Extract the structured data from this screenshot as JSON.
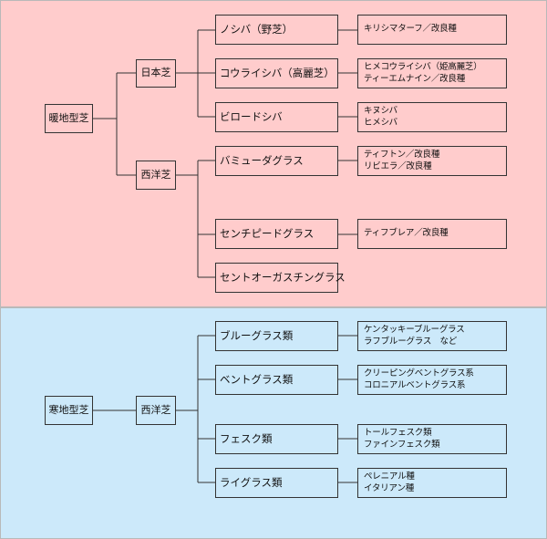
{
  "colors": {
    "warm_band": "#ffcccc",
    "cold_band": "#cce9fa",
    "line": "#333333",
    "border": "#b9b9b9"
  },
  "warm": {
    "root": "暖地型芝",
    "japanese": "日本芝",
    "western": "西洋芝",
    "noshiba": {
      "label": "ノシバ（野芝）",
      "info": [
        "キリシマターフ／改良種"
      ]
    },
    "kouraishiba": {
      "label": "コウライシバ（高麗芝）",
      "info": [
        "ヒメコウライシバ（姫高麗芝）",
        "ティーエムナイン／改良種"
      ]
    },
    "birodoshiba": {
      "label": "ビロードシバ",
      "info": [
        "キヌシバ",
        "ヒメシバ"
      ]
    },
    "bermuda": {
      "label": "バミューダグラス",
      "info": [
        "ティフトン／改良種",
        "リビエラ／改良種"
      ]
    },
    "centipede": {
      "label": "センチピードグラス",
      "info": [
        "ティフブレア／改良種"
      ]
    },
    "st_augustine": {
      "label": "セントオーガスチングラス"
    }
  },
  "cold": {
    "root": "寒地型芝",
    "western": "西洋芝",
    "bluegrass": {
      "label": "ブルーグラス類",
      "info": [
        "ケンタッキーブルーグラス",
        "ラフブルーグラス　など"
      ]
    },
    "bentgrass": {
      "label": "ベントグラス類",
      "info": [
        "クリーピングベントグラス系",
        "コロニアルベントグラス系"
      ]
    },
    "fescue": {
      "label": "フェスク類",
      "info": [
        "トールフェスク類",
        "ファインフェスク類"
      ]
    },
    "ryegrass": {
      "label": "ライグラス類",
      "info": [
        "ペレニアル種",
        "イタリアン種"
      ]
    }
  }
}
